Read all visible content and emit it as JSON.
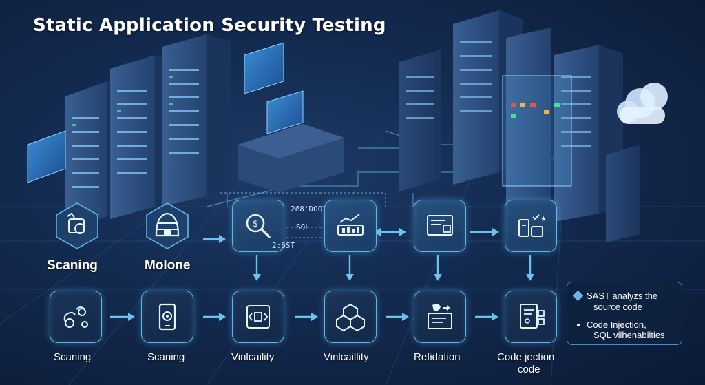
{
  "title": "Static Application Security Testing",
  "top_row": [
    {
      "label": "Scaning",
      "icon": "hex-shield-icon"
    },
    {
      "label": "Molone",
      "icon": "hive-icon"
    },
    {
      "label": "",
      "icon": "magnify-dollar-icon"
    },
    {
      "label": "",
      "icon": "chart-icon"
    },
    {
      "label": "",
      "icon": "document-icon"
    },
    {
      "label": "",
      "icon": "devices-icon"
    }
  ],
  "bottom_row": [
    {
      "label": "Scaning",
      "icon": "gears-icon"
    },
    {
      "label": "Scaning",
      "icon": "phone-gear-icon"
    },
    {
      "label": "Vinlcaility",
      "icon": "code-terminal-icon"
    },
    {
      "label": "Vinlcaillity",
      "icon": "hex-network-icon"
    },
    {
      "label": "Refidation",
      "icon": "chat-screen-icon"
    },
    {
      "label": "Code jection",
      "label2": "code",
      "icon": "code-file-icon"
    }
  ],
  "mid_texts": {
    "t1": "2ē8'DOOI'",
    "t2": "SQL",
    "t3": "2:6ST"
  },
  "info_box": {
    "line1": "SAST analyzs the",
    "line1b": "source code",
    "line2": "Code Injection,",
    "line2b": "SQL vilhenabiities"
  },
  "colors": {
    "accent": "#5fb6e3",
    "background": "#132a4f",
    "arrow": "#6cc3ef"
  }
}
